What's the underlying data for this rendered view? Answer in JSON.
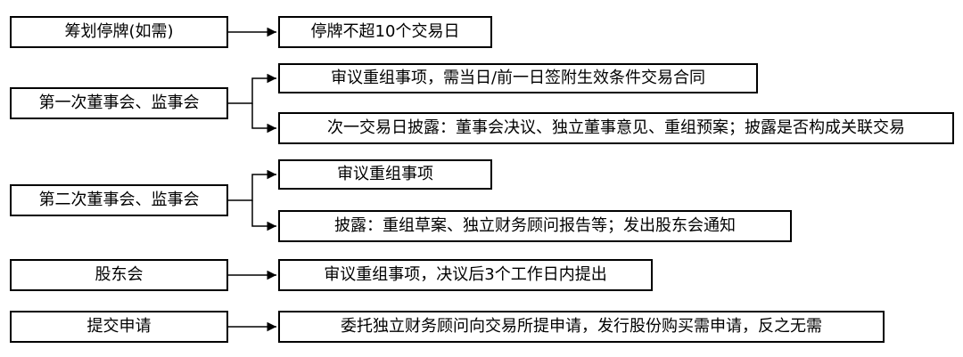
{
  "steps": [
    {
      "label": "筹划停牌(如需)",
      "results": [
        "停牌不超10个交易日"
      ]
    },
    {
      "label": "第一次董事会、监事会",
      "results": [
        "审议重组事项，需当日/前一日签附生效条件交易合同",
        "次一交易日披露：董事会决议、独立董事意见、重组预案；披露是否构成关联交易"
      ]
    },
    {
      "label": "第二次董事会、监事会",
      "results": [
        "审议重组事项",
        "披露：重组草案、独立财务顾问报告等；发出股东会通知"
      ]
    },
    {
      "label": "股东会",
      "results": [
        "审议重组事项，决议后3个工作日内提出"
      ]
    },
    {
      "label": "提交申请",
      "results": [
        "委托独立财务顾问向交易所提申请，发行股份购买需申请，反之无需"
      ]
    }
  ]
}
